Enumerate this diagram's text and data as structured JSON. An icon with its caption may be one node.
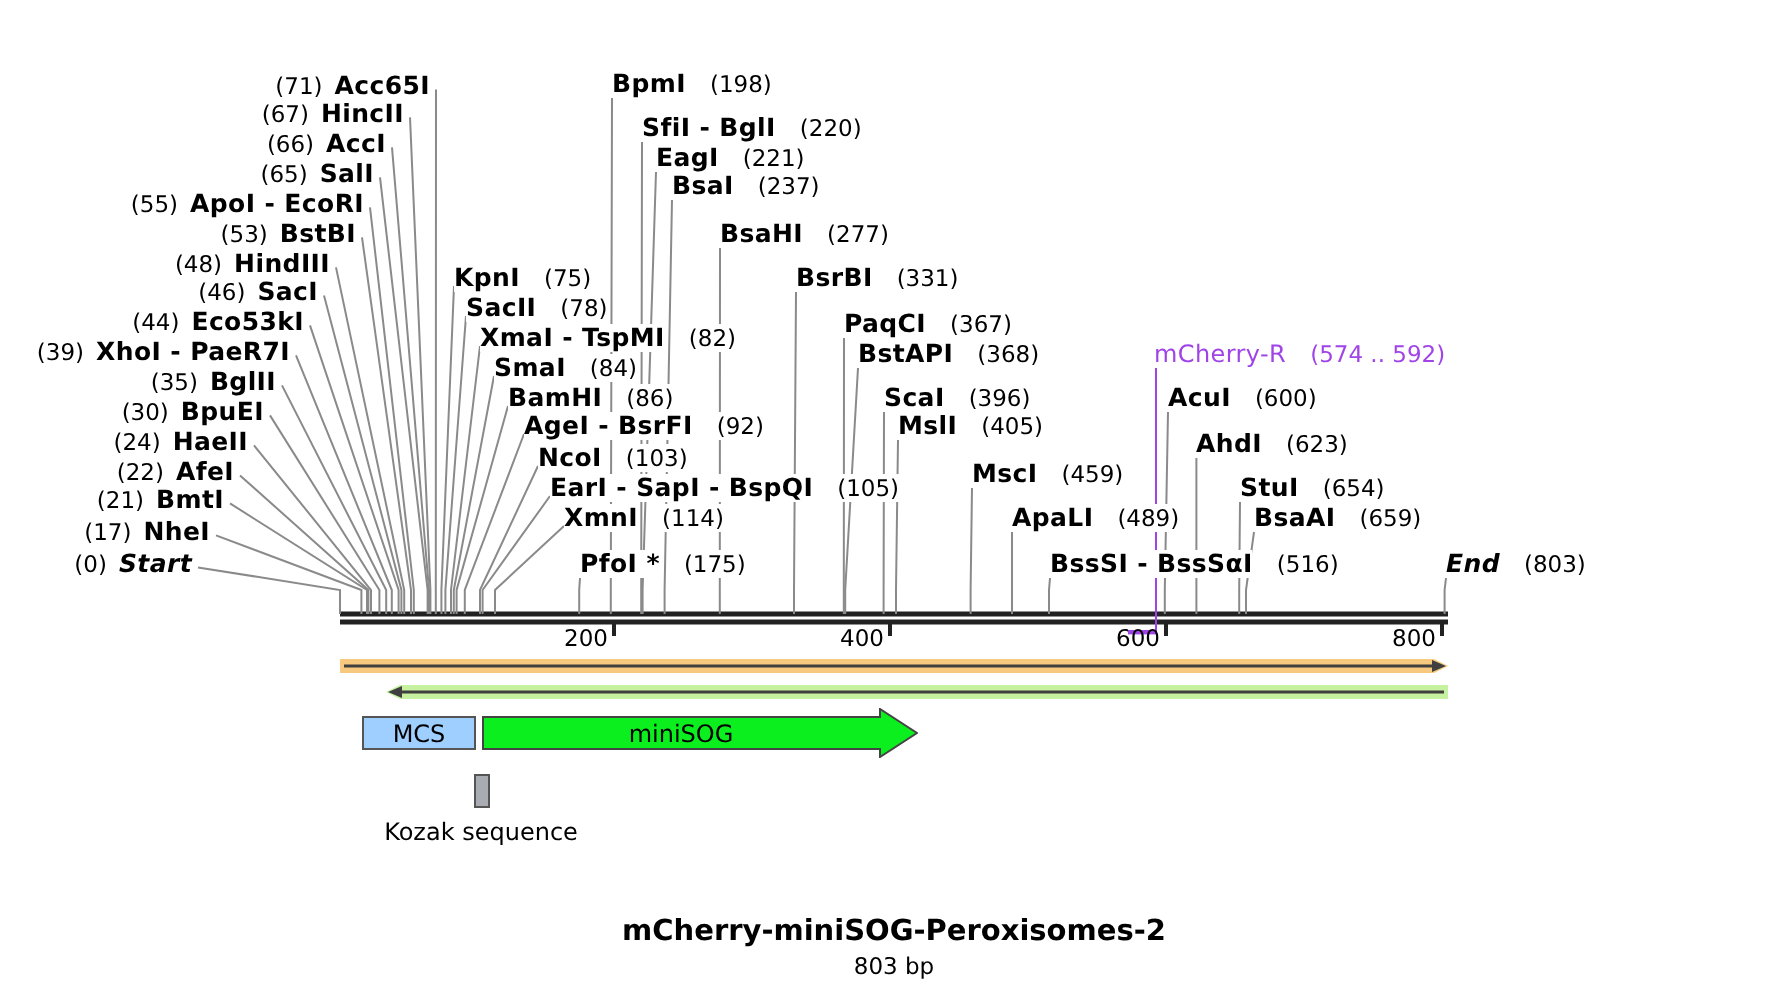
{
  "diagram": {
    "title": "mCherry-miniSOG-Peroxisomes-2",
    "caption": "803 bp",
    "nodes": [
      {
        "text": [
          "(71)",
          "Acc65I"
        ]
      },
      {
        "text": [
          "(67)",
          "HincII"
        ]
      },
      {
        "text": [
          "(66)",
          "AccI"
        ]
      },
      {
        "text": [
          "(65)",
          "SalI"
        ]
      },
      {
        "text": [
          "(55)",
          "ApoI - EcoRI"
        ]
      },
      {
        "text": [
          "(53)",
          "BstBI"
        ]
      },
      {
        "text": [
          "(48)",
          "HindIII"
        ]
      },
      {
        "text": [
          "(46)",
          "SacI"
        ]
      },
      {
        "text": [
          "(44)",
          "Eco53kI"
        ]
      },
      {
        "text": [
          "(39)",
          "XhoI - PaeR7I"
        ]
      },
      {
        "text": [
          "(35)",
          "BglII"
        ]
      },
      {
        "text": [
          "(30)",
          "BpuEI"
        ]
      },
      {
        "text": [
          "(24)",
          "HaeII"
        ]
      },
      {
        "text": [
          "(22)",
          "AfeI"
        ]
      },
      {
        "text": [
          "(21)",
          "BmtI"
        ]
      },
      {
        "text": [
          "(17)",
          "NheI"
        ]
      },
      {
        "text": [
          "(0)",
          "Start"
        ]
      },
      {
        "text": [
          "KpnI",
          "(75)"
        ]
      },
      {
        "text": [
          "SacII",
          "(78)"
        ]
      },
      {
        "text": [
          "XmaI - TspMI",
          "(82)"
        ]
      },
      {
        "text": [
          "SmaI",
          "(84)"
        ]
      },
      {
        "text": [
          "BamHI",
          "(86)"
        ]
      },
      {
        "text": [
          "AgeI - BsrFI",
          "(92)"
        ]
      },
      {
        "text": [
          "NcoI",
          "(103)"
        ]
      },
      {
        "text": [
          "EarI - SapI - BspQI",
          "(105)"
        ]
      },
      {
        "text": [
          "XmnI",
          "(114)"
        ]
      },
      {
        "text": [
          "PfoI *",
          "(175)"
        ]
      },
      {
        "text": [
          "BpmI",
          "(198)"
        ]
      },
      {
        "text": [
          "SfiI - BglI",
          "(220)"
        ]
      },
      {
        "text": [
          "EagI",
          "(221)"
        ]
      },
      {
        "text": [
          "BsaI",
          "(237)"
        ]
      },
      {
        "text": [
          "BsaHI",
          "(277)"
        ]
      },
      {
        "text": [
          "BsrBI",
          "(331)"
        ]
      },
      {
        "text": [
          "PaqCI",
          "(367)"
        ]
      },
      {
        "text": [
          "BstAPI",
          "(368)"
        ]
      },
      {
        "text": [
          "ScaI",
          "(396)"
        ]
      },
      {
        "text": [
          "MslI",
          "(405)"
        ]
      },
      {
        "text": [
          "MscI",
          "(459)"
        ]
      },
      {
        "text": [
          "ApaLI",
          "(489)"
        ]
      },
      {
        "text": [
          "BssSI - BssSαI",
          "(516)"
        ]
      },
      {
        "text": [
          "mCherry-R",
          "(574 .. 592)"
        ]
      },
      {
        "text": [
          "AcuI",
          "(600)"
        ]
      },
      {
        "text": [
          "AhdI",
          "(623)"
        ]
      },
      {
        "text": [
          "StuI",
          "(654)"
        ]
      },
      {
        "text": [
          "BsaAI",
          "(659)"
        ]
      },
      {
        "text": [
          "End",
          "(803)"
        ]
      },
      {
        "text": [],
        "shape": "bar"
      },
      {
        "text": [],
        "shape": "bar"
      },
      {
        "text": [],
        "shape": "arrow"
      },
      {
        "text": [],
        "shape": "arrow"
      },
      {
        "text": [
          "MCS"
        ]
      },
      {
        "text": [
          "miniSOG"
        ]
      },
      {
        "text": [],
        "shape": "box",
        "beside": [
          "Kozak sequence"
        ]
      }
    ],
    "edges": [
      {
        "from": 0,
        "to": 46,
        "arrow": "none"
      },
      {
        "from": 1,
        "to": 46,
        "arrow": "none"
      },
      {
        "from": 2,
        "to": 46,
        "arrow": "none"
      },
      {
        "from": 3,
        "to": 46,
        "arrow": "none"
      },
      {
        "from": 4,
        "to": 46,
        "arrow": "none"
      },
      {
        "from": 5,
        "to": 46,
        "arrow": "none"
      },
      {
        "from": 6,
        "to": 46,
        "arrow": "none"
      },
      {
        "from": 7,
        "to": 46,
        "arrow": "none"
      },
      {
        "from": 8,
        "to": 46,
        "arrow": "none"
      },
      {
        "from": 9,
        "to": 46,
        "arrow": "none"
      },
      {
        "from": 10,
        "to": 46,
        "arrow": "none"
      },
      {
        "from": 11,
        "to": 46,
        "arrow": "none"
      },
      {
        "from": 12,
        "to": 46,
        "arrow": "none"
      },
      {
        "from": 13,
        "to": 46,
        "arrow": "none"
      },
      {
        "from": 14,
        "to": 46,
        "arrow": "none"
      },
      {
        "from": 15,
        "to": 46,
        "arrow": "none"
      },
      {
        "from": 16,
        "to": 46,
        "arrow": "none"
      },
      {
        "from": 17,
        "to": 46,
        "arrow": "none"
      },
      {
        "from": 18,
        "to": 46,
        "arrow": "none"
      },
      {
        "from": 19,
        "to": 46,
        "arrow": "none"
      },
      {
        "from": 20,
        "to": 46,
        "arrow": "none"
      },
      {
        "from": 21,
        "to": 46,
        "arrow": "none"
      },
      {
        "from": 22,
        "to": 46,
        "arrow": "none"
      },
      {
        "from": 23,
        "to": 46,
        "arrow": "none"
      },
      {
        "from": 24,
        "to": 46,
        "arrow": "none"
      },
      {
        "from": 25,
        "to": 46,
        "arrow": "none"
      },
      {
        "from": 26,
        "to": 46,
        "arrow": "none"
      },
      {
        "from": 27,
        "to": 46,
        "arrow": "none"
      },
      {
        "from": 28,
        "to": 46,
        "arrow": "none"
      },
      {
        "from": 29,
        "to": 46,
        "arrow": "none"
      },
      {
        "from": 30,
        "to": 46,
        "arrow": "none"
      },
      {
        "from": 31,
        "to": 46,
        "arrow": "none"
      },
      {
        "from": 32,
        "to": 46,
        "arrow": "none"
      },
      {
        "from": 33,
        "to": 46,
        "arrow": "none"
      },
      {
        "from": 34,
        "to": 46,
        "arrow": "none"
      },
      {
        "from": 35,
        "to": 46,
        "arrow": "none"
      },
      {
        "from": 36,
        "to": 46,
        "arrow": "none"
      },
      {
        "from": 37,
        "to": 46,
        "arrow": "none"
      },
      {
        "from": 38,
        "to": 46,
        "arrow": "none"
      },
      {
        "from": 39,
        "to": 46,
        "arrow": "none"
      },
      {
        "from": 40,
        "to": 47,
        "arrow": "none",
        "color": "#a044e8"
      },
      {
        "from": 41,
        "to": 46,
        "arrow": "none"
      },
      {
        "from": 42,
        "to": 46,
        "arrow": "none"
      },
      {
        "from": 43,
        "to": 46,
        "arrow": "none"
      },
      {
        "from": 44,
        "to": 46,
        "arrow": "none"
      },
      {
        "from": 45,
        "to": 46,
        "arrow": "none"
      }
    ],
    "labels": [
      "200",
      "400",
      "600",
      "800"
    ]
  }
}
